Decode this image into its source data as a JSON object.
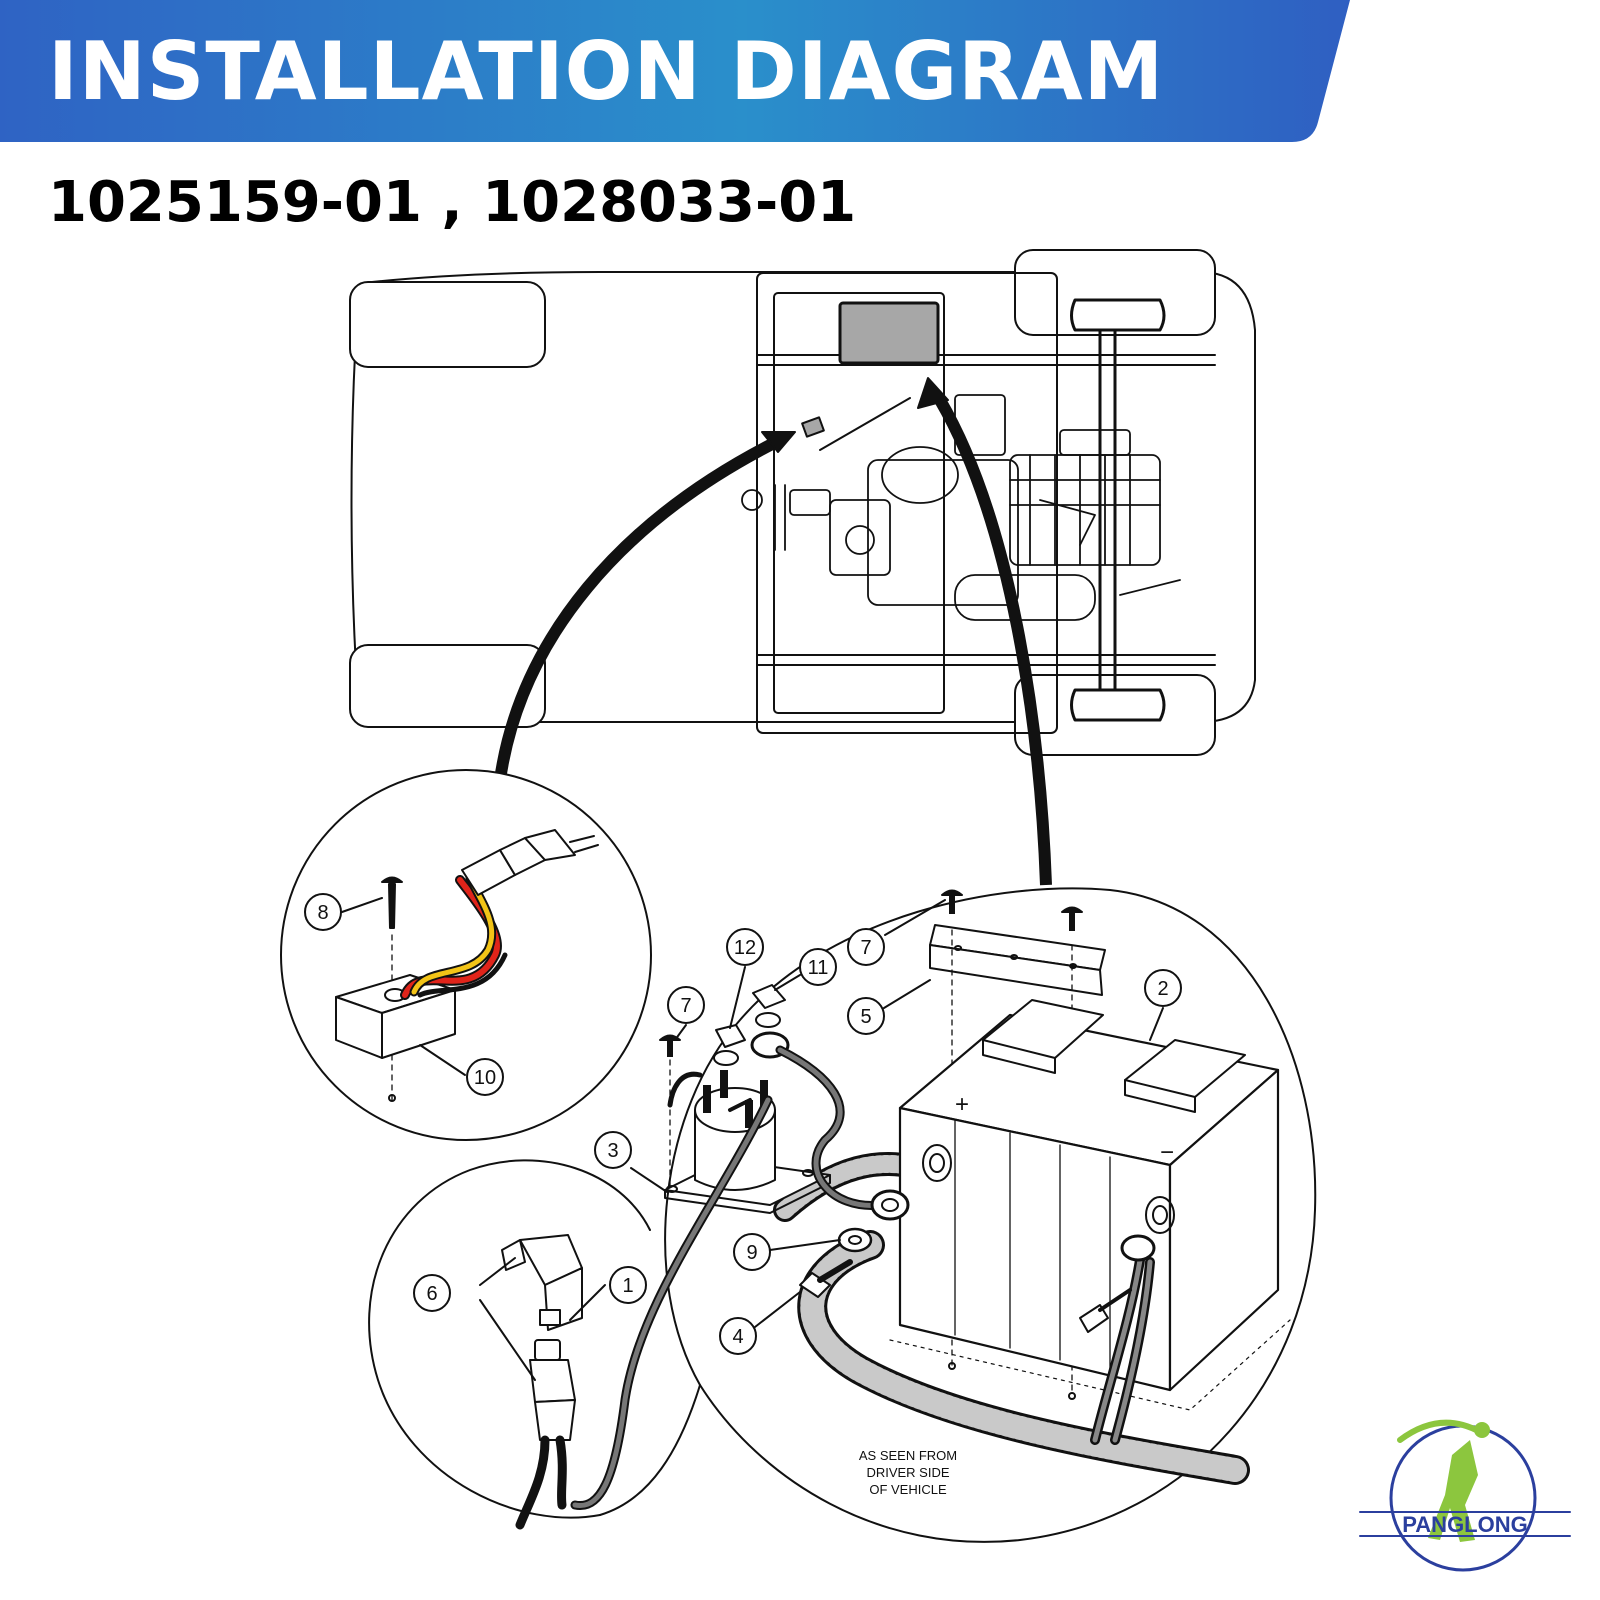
{
  "header": {
    "title": "INSTALLATION DIAGRAM",
    "part_numbers": "1025159-01 , 1028033-01"
  },
  "colors": {
    "banner_left": "#2f63c4",
    "banner_mid": "#2a8fcb",
    "banner_right": "#2f5fc2",
    "wire_red": "#e0241a",
    "wire_yellow": "#f3c417",
    "module_gray": "#a7a7a7",
    "logo_green": "#8cc63e",
    "logo_blue": "#2b3f9e"
  },
  "callouts": {
    "c1": "1",
    "c2": "2",
    "c3": "3",
    "c4": "4",
    "c5": "5",
    "c6": "6",
    "c7a": "7",
    "c7b": "7",
    "c8": "8",
    "c9": "9",
    "c10": "10",
    "c11": "11",
    "c12": "12"
  },
  "battery_marks": {
    "positive": "+",
    "negative": "−"
  },
  "note": {
    "line1": "AS SEEN FROM",
    "line2": "DRIVER SIDE",
    "line3": "OF VEHICLE"
  },
  "logo": {
    "text": "PANGLONG"
  }
}
